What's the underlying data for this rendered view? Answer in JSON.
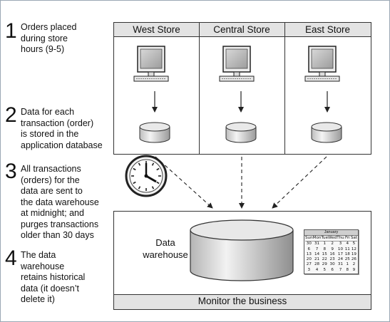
{
  "steps": [
    {
      "num": "1",
      "lines": [
        "Orders placed",
        "during store",
        "hours (9-5)"
      ]
    },
    {
      "num": "2",
      "lines": [
        "Data for each",
        "transaction (order)",
        "is stored in the",
        "application database"
      ]
    },
    {
      "num": "3",
      "lines": [
        "All transactions",
        "(orders) for the",
        "data are sent to",
        "the data warehouse",
        "at midnight; and",
        "purges transactions",
        "older than 30 days"
      ]
    },
    {
      "num": "4",
      "lines": [
        "The data",
        "warehouse",
        "retains historical",
        "data (it doesn’t",
        "delete it)"
      ]
    }
  ],
  "stores": [
    "West Store",
    "Central Store",
    "East Store"
  ],
  "warehouse_label": [
    "Data",
    "warehouse"
  ],
  "footer": "Monitor the business",
  "calendar": {
    "month": "January",
    "weekdays": [
      "Sun",
      "Mon",
      "Tue",
      "Wed",
      "Thu",
      "Fri",
      "Sat"
    ],
    "weeks": [
      [
        "30",
        "31",
        "1",
        "2",
        "3",
        "4",
        "5"
      ],
      [
        "6",
        "7",
        "8",
        "9",
        "10",
        "11",
        "12"
      ],
      [
        "13",
        "14",
        "15",
        "16",
        "17",
        "18",
        "19"
      ],
      [
        "20",
        "21",
        "22",
        "23",
        "24",
        "25",
        "26"
      ],
      [
        "27",
        "28",
        "29",
        "30",
        "31",
        "1",
        "2"
      ],
      [
        "3",
        "4",
        "5",
        "6",
        "7",
        "8",
        "9"
      ]
    ]
  },
  "icons": [
    "computer-icon",
    "database-icon",
    "clock-icon",
    "calendar-icon"
  ]
}
